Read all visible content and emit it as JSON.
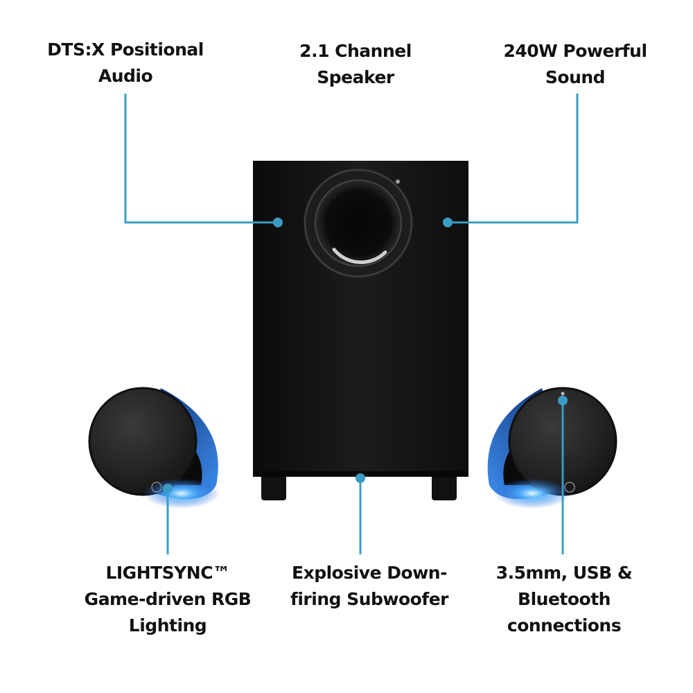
{
  "accent_color": "#3a9cc4",
  "callouts": {
    "top_left": {
      "lines": [
        "DTS:X Positional",
        "Audio"
      ]
    },
    "top_center": {
      "lines": [
        "2.1 Channel",
        "Speaker"
      ]
    },
    "top_right": {
      "lines": [
        "240W Powerful",
        "Sound"
      ]
    },
    "bottom_left": {
      "lines": [
        "LIGHTSYNC™",
        "Game-driven RGB",
        "Lighting"
      ]
    },
    "bottom_center": {
      "lines": [
        "Explosive Down-",
        "firing Subwoofer"
      ]
    },
    "bottom_right": {
      "lines": [
        "3.5mm, USB &",
        "Bluetooth",
        "connections"
      ]
    }
  }
}
